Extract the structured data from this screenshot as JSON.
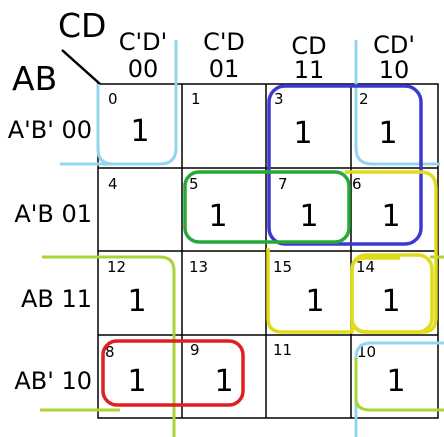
{
  "corner": {
    "top_label": "CD",
    "left_label": "AB"
  },
  "columns": [
    {
      "literal": "C'D'",
      "code": "00"
    },
    {
      "literal": "C'D",
      "code": "01"
    },
    {
      "literal": "CD",
      "code": "11"
    },
    {
      "literal": "CD'",
      "code": "10"
    }
  ],
  "rows": [
    {
      "label": "A'B' 00"
    },
    {
      "label": "A'B 01"
    },
    {
      "label": "AB 11"
    },
    {
      "label": "AB' 10"
    }
  ],
  "cells": [
    [
      {
        "index": "0",
        "value": "1"
      },
      {
        "index": "1",
        "value": ""
      },
      {
        "index": "3",
        "value": "1"
      },
      {
        "index": "2",
        "value": "1"
      }
    ],
    [
      {
        "index": "4",
        "value": ""
      },
      {
        "index": "5",
        "value": "1"
      },
      {
        "index": "7",
        "value": "1"
      },
      {
        "index": "6",
        "value": "1"
      }
    ],
    [
      {
        "index": "12",
        "value": "1"
      },
      {
        "index": "13",
        "value": ""
      },
      {
        "index": "15",
        "value": "1"
      },
      {
        "index": "14",
        "value": "1"
      }
    ],
    [
      {
        "index": "8",
        "value": "1"
      },
      {
        "index": "9",
        "value": "1"
      },
      {
        "index": "11",
        "value": ""
      },
      {
        "index": "10",
        "value": "1"
      }
    ]
  ],
  "groups": [
    {
      "color": "#3a3ad0",
      "cells": [
        "3",
        "2",
        "7",
        "6"
      ]
    },
    {
      "color": "#28a838",
      "cells": [
        "5",
        "7"
      ]
    },
    {
      "color": "#e0dc1c",
      "cells": [
        "6",
        "14",
        "15"
      ]
    },
    {
      "color": "#e02020",
      "cells": [
        "8",
        "9"
      ]
    },
    {
      "color": "#a8d434",
      "cells": [
        "12",
        "8"
      ]
    },
    {
      "color": "#94d4ec",
      "cells": [
        "0",
        "2"
      ]
    },
    {
      "color": "#94d4ec",
      "cells": [
        "10"
      ]
    }
  ]
}
